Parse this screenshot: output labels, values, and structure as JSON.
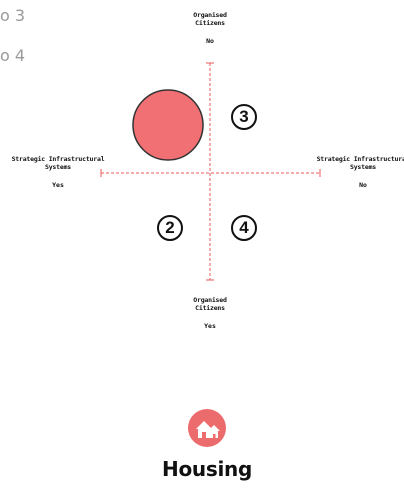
{
  "left_fragments": [
    "o 3",
    "o 4"
  ],
  "axes": {
    "top": {
      "label": "Organised\nCitizens",
      "value": "No"
    },
    "bottom": {
      "label": "Organised\nCitizens",
      "value": "Yes"
    },
    "left": {
      "label": "Strategic Infrastructural\nSystems",
      "value": "Yes"
    },
    "right": {
      "label": "Strategic Infrastructural\nSystems",
      "value": "No"
    }
  },
  "quadrants": {
    "q2": "2",
    "q3": "3",
    "q4": "4"
  },
  "colors": {
    "marker_fill": "#f07073",
    "axis_line": "#e85a5a",
    "badge": "#ec6b6d"
  },
  "icon": "house-icon",
  "title": "Housing"
}
